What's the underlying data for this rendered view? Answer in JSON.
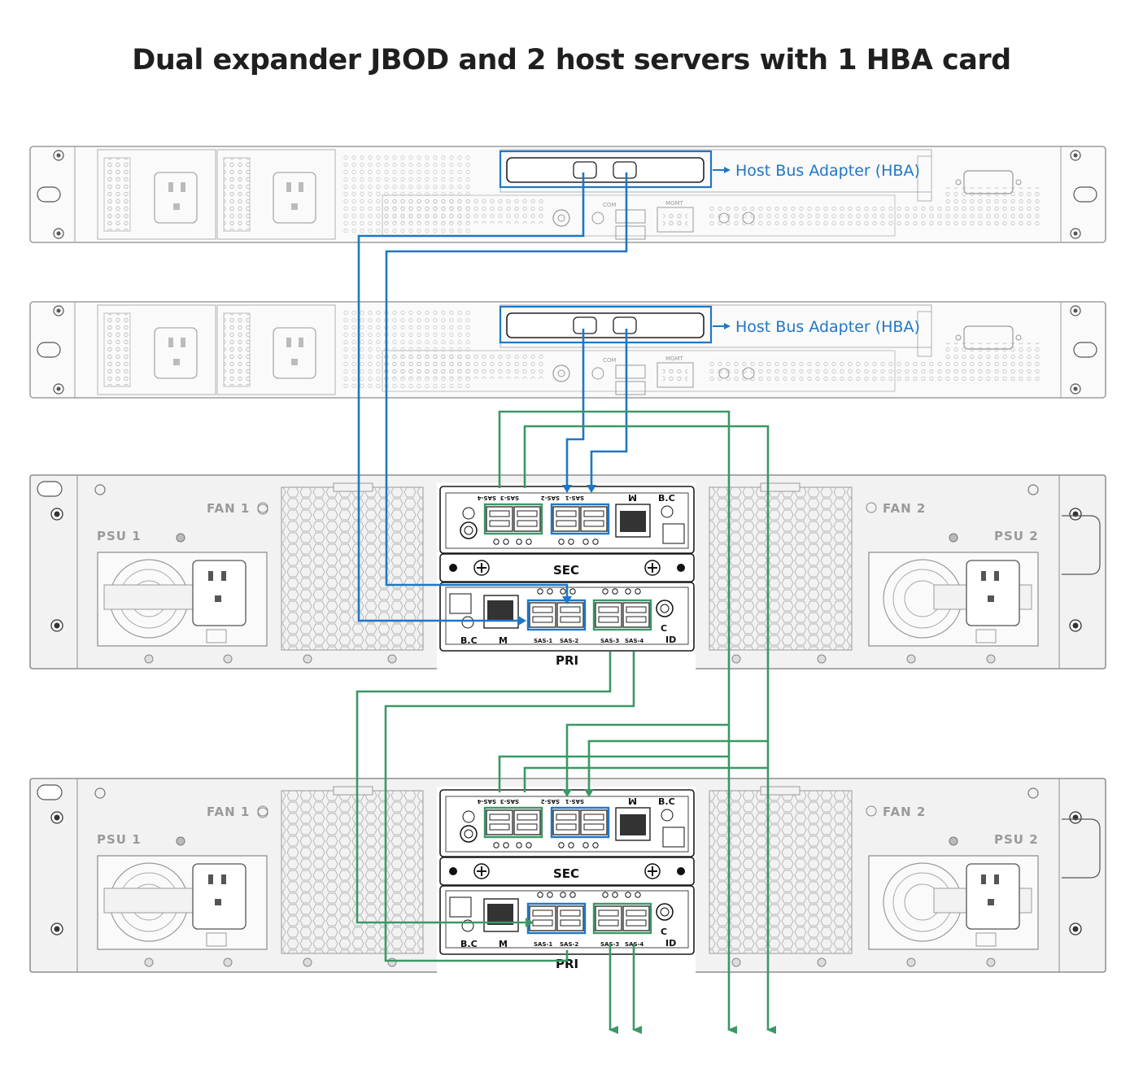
{
  "title": "Dual expander JBOD and 2 host servers with 1 HBA card",
  "servers": [
    {
      "hba_label": "Host Bus Adapter (HBA)",
      "com_label": "COM",
      "mgmt_label": "MGMT"
    },
    {
      "hba_label": "Host Bus Adapter (HBA)",
      "com_label": "COM",
      "mgmt_label": "MGMT"
    }
  ],
  "jbods": [
    {
      "fan1": "FAN 1",
      "fan2": "FAN 2",
      "psu1": "PSU 1",
      "psu2": "PSU 2",
      "sec_label": "SEC",
      "pri_label": "PRI",
      "sec_ports": [
        "SAS-4",
        "SAS-3",
        "SAS-2",
        "SAS-1"
      ],
      "pri_ports": [
        "SAS-1",
        "SAS-2",
        "SAS-3",
        "SAS-4"
      ],
      "bc": "B.C",
      "mgmt": "M",
      "c": "C",
      "id": "ID"
    },
    {
      "fan1": "FAN 1",
      "fan2": "FAN 2",
      "psu1": "PSU 1",
      "psu2": "PSU 2",
      "sec_label": "SEC",
      "pri_label": "PRI",
      "sec_ports": [
        "SAS-4",
        "SAS-3",
        "SAS-2",
        "SAS-1"
      ],
      "pri_ports": [
        "SAS-1",
        "SAS-2",
        "SAS-3",
        "SAS-4"
      ],
      "bc": "B.C",
      "mgmt": "M",
      "c": "C",
      "id": "ID"
    }
  ],
  "colors": {
    "host_link": "#1f77c4",
    "cascade_link": "#3a9866",
    "hardware_line": "#6e6e6e",
    "module_line": "#1a1a1a"
  }
}
